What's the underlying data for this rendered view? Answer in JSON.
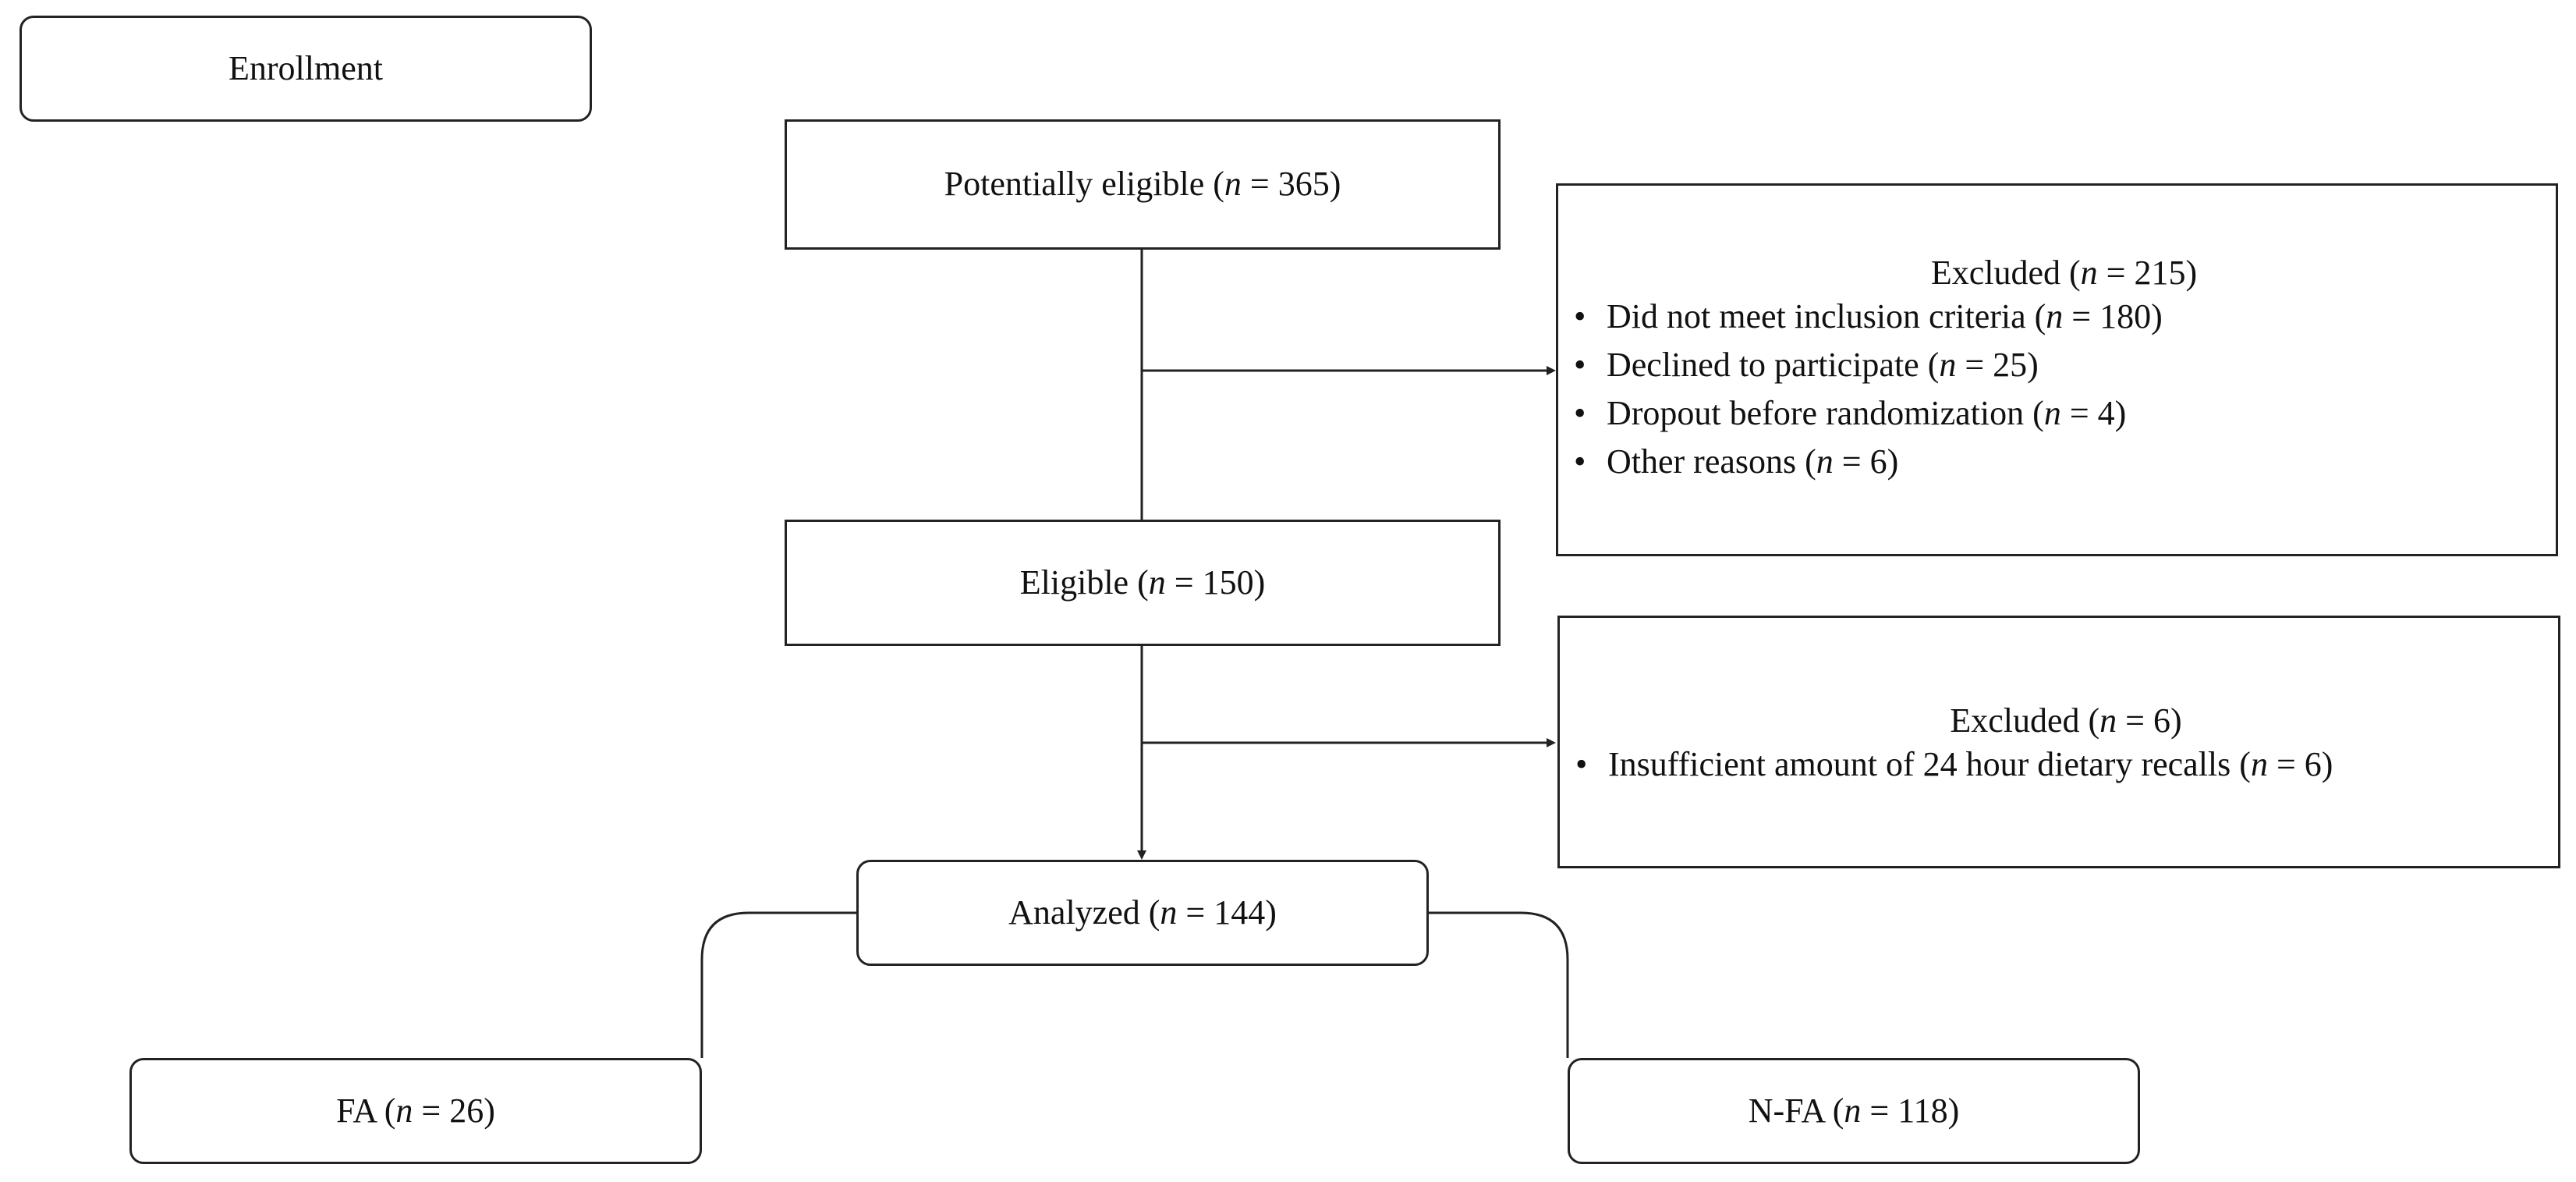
{
  "enrollment": {
    "label": "Enrollment"
  },
  "potentially_eligible": {
    "label": "Potentially eligible (",
    "n_symbol": "n",
    "n_value": " = 365)"
  },
  "excluded_1": {
    "title": {
      "label": "Excluded (",
      "n_symbol": "n",
      "n_value": " = 215)"
    },
    "items": [
      {
        "label": "Did not meet inclusion criteria (",
        "n_symbol": "n",
        "n_value": " = 180)"
      },
      {
        "label": "Declined to participate (",
        "n_symbol": "n",
        "n_value": " = 25)"
      },
      {
        "label": "Dropout before randomization (",
        "n_symbol": "n",
        "n_value": " = 4)"
      },
      {
        "label": "Other reasons (",
        "n_symbol": "n",
        "n_value": " = 6)"
      }
    ]
  },
  "eligible": {
    "label": "Eligible (",
    "n_symbol": "n",
    "n_value": " = 150)"
  },
  "excluded_2": {
    "title": {
      "label": "Excluded (",
      "n_symbol": "n",
      "n_value": " = 6)"
    },
    "items": [
      {
        "label": "Insufficient amount of 24 hour dietary recalls (",
        "n_symbol": "n",
        "n_value": " = 6)"
      }
    ]
  },
  "analyzed": {
    "label": "Analyzed (",
    "n_symbol": "n",
    "n_value": " = 144)"
  },
  "fa": {
    "label": "FA (",
    "n_symbol": "n",
    "n_value": " = 26)"
  },
  "nfa": {
    "label": "N-FA (",
    "n_symbol": "n",
    "n_value": " = 118)"
  },
  "colors": {
    "line": "#222222",
    "background": "#ffffff",
    "text": "#111111"
  }
}
